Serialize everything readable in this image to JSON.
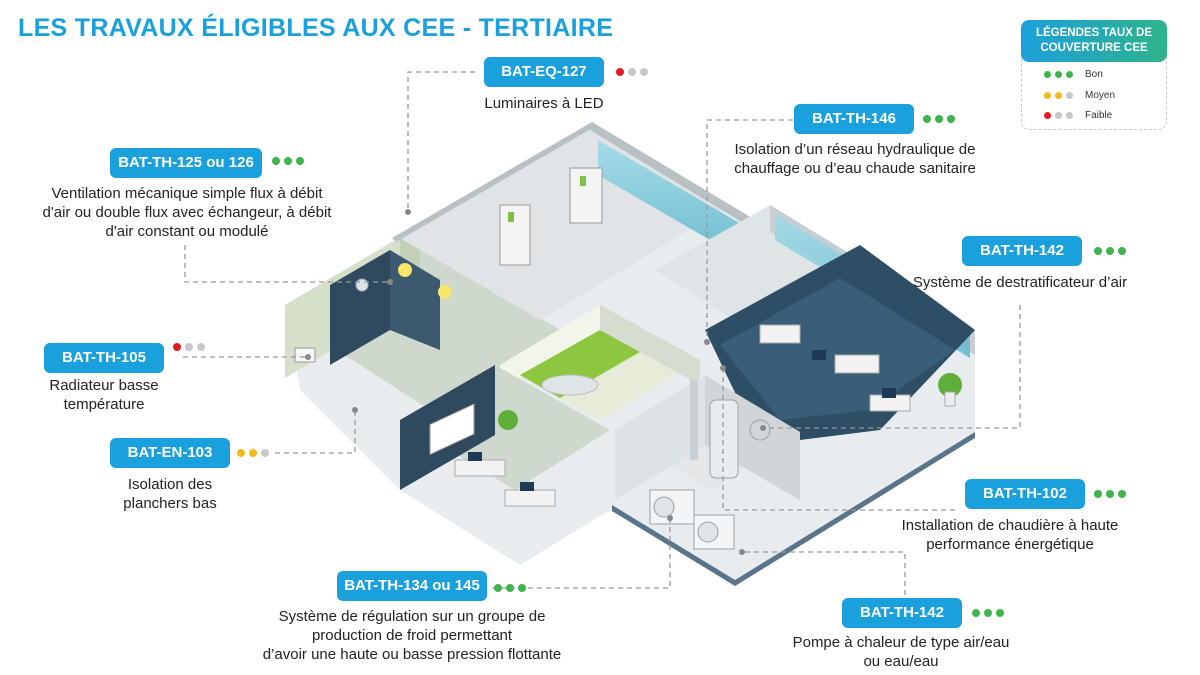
{
  "title": "LES TRAVAUX ÉLIGIBLES AUX CEE - TERTIAIRE",
  "legend": {
    "title_line1": "LÉGENDES TAUX DE",
    "title_line2": "COUVERTURE CEE",
    "items": [
      {
        "label": "Bon",
        "dots": [
          "#3db54a",
          "#3db54a",
          "#3db54a"
        ]
      },
      {
        "label": "Moyen",
        "dots": [
          "#f5b919",
          "#f5b919",
          "#c8c8c8"
        ]
      },
      {
        "label": "Faible",
        "dots": [
          "#e21b23",
          "#c8c8c8",
          "#c8c8c8"
        ]
      }
    ]
  },
  "callouts": [
    {
      "code": "BAT-EQ-127",
      "rating": "Faible",
      "desc": [
        "Luminaires à LED"
      ]
    },
    {
      "code": "BAT-TH-146",
      "rating": "Bon",
      "desc": [
        "Isolation d’un réseau hydraulique de",
        "chauffage ou d’eau chaude sanitaire"
      ]
    },
    {
      "code": "BAT-TH-125 ou 126",
      "rating": "Bon",
      "desc": [
        "Ventilation mécanique simple flux à débit",
        "d'air ou double flux avec échangeur, à débit",
        "d'air constant ou modulé"
      ]
    },
    {
      "code": "BAT-TH-142",
      "rating": "Bon",
      "desc": [
        "Système de destratificateur d’air"
      ]
    },
    {
      "code": "BAT-TH-105",
      "rating": "Faible",
      "desc": [
        "Radiateur basse",
        "température"
      ]
    },
    {
      "code": "BAT-EN-103",
      "rating": "Moyen",
      "desc": [
        "Isolation des",
        "planchers bas"
      ]
    },
    {
      "code": "BAT-TH-102",
      "rating": "Bon",
      "desc": [
        "Installation de chaudière à haute",
        "performance énergétique"
      ]
    },
    {
      "code": "BAT-TH-134 ou 145",
      "rating": "Bon",
      "desc": [
        "Système de régulation sur un groupe de",
        "production de froid permettant",
        "d’avoir une haute ou basse pression flottante"
      ]
    },
    {
      "code": "BAT-TH-142",
      "rating": "Bon",
      "desc": [
        "Pompe à chaleur de type air/eau",
        "ou eau/eau"
      ]
    }
  ]
}
